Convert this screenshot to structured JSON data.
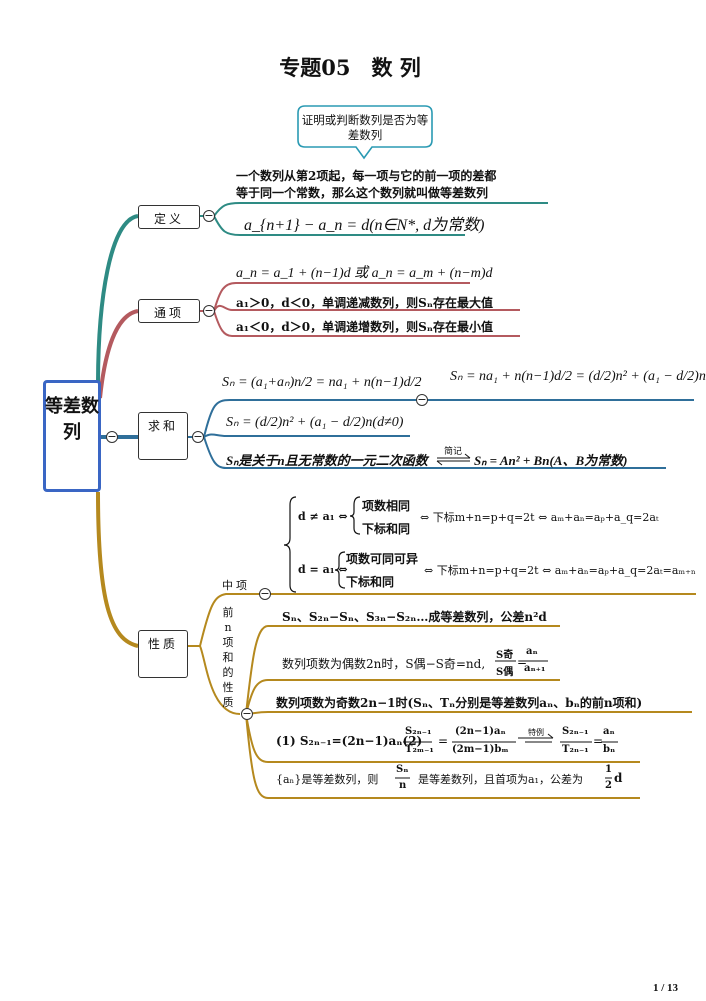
{
  "title": "专题05　数 列",
  "root": "等差数列",
  "callout": "证明或判断数列是否为等差数列",
  "branches": {
    "definition": {
      "label": "定义",
      "text1": "一个数列从第2项起，每一项与它的前一项的差都",
      "text2": "等于同一个常数，那么这个数列就叫做等差数列",
      "formula": "a_{n+1} − a_n = d(n∈N*, d为常数)"
    },
    "general": {
      "label": "通项",
      "formula": "a_n = a_1 + (n−1)d 或 a_n = a_m + (n−m)d",
      "line1": "a₁＞0，d＜0，单调递减数列，则Sₙ存在最大值",
      "line2": "a₁＜0，d＞0，单调递增数列，则Sₙ存在最小值"
    },
    "sum": {
      "label": "求和",
      "f1": "Sₙ = (a₁+aₙ)n/2 = na₁ + n(n−1)d/2",
      "f2": "Sₙ = na₁ + n(n−1)d/2 = (d/2)n² + (a₁ − d/2)n",
      "f3": "Sₙ = (d/2)n² + (a₁ − d/2)n(d≠0)",
      "f4a": "Sₙ是关于n且无常数的一元二次函数",
      "arrow_label": "简记",
      "f4b": "Sₙ = An² + Bn(A、B为常数)"
    },
    "property": {
      "label": "性质",
      "middle_label": "中项",
      "prefix_label": "前n项和的性质",
      "cond1": "d ≠ a₁ ⇔",
      "c1a": "项数相同",
      "c1b": "下标和同",
      "c1r": "⇔ 下标m+n=p+q=2t ⇔ aₘ+aₙ=aₚ+a_q=2aₜ",
      "cond2": "d = a₁ ⇔",
      "c2a": "项数可同可异",
      "c2b": "下标和同",
      "c2r": "⇔ 下标m+n=p+q=2t ⇔ aₘ+aₙ=aₚ+a_q=2aₜ=aₘ₊ₙ",
      "p1": "Sₙ、S₂ₙ−Sₙ、S₃ₙ−S₂ₙ…成等差数列，公差n²d",
      "p2a": "数列项数为偶数2n时，S偶−S奇=nd,",
      "p2b_num": "S奇",
      "p2b_den": "S偶",
      "p2c_num": "aₙ",
      "p2c_den": "aₙ₊₁",
      "p3": "数列项数为奇数2n−1时(Sₙ、Tₙ分别是等差数列aₙ、bₙ的前n项和)",
      "p4a": "(1) S₂ₙ₋₁=(2n−1)aₙ(2)",
      "p4_frac1_num": "S₂ₙ₋₁",
      "p4_frac1_den": "T₂ₘ₋₁",
      "p4_frac2_num": "(2n−1)aₙ",
      "p4_frac2_den": "(2m−1)bₘ",
      "p4_arrow": "特例",
      "p4_frac3_num": "S₂ₙ₋₁",
      "p4_frac3_den": "T₂ₙ₋₁",
      "p4_frac4_num": "aₙ",
      "p4_frac4_den": "bₙ",
      "p5a": "{aₙ}是等差数列，则",
      "p5_num": "Sₙ",
      "p5_den": "n",
      "p5b": "是等差数列，且首项为a₁，公差为",
      "p5_half_num": "1",
      "p5_half_den": "2",
      "p5c": "d"
    }
  },
  "page_number": "1 / 13",
  "colors": {
    "teal": "#2e8b84",
    "rose": "#b45a5f",
    "blue": "#2f6f9a",
    "gold": "#b5891e",
    "root_border": "#3a66c4"
  }
}
